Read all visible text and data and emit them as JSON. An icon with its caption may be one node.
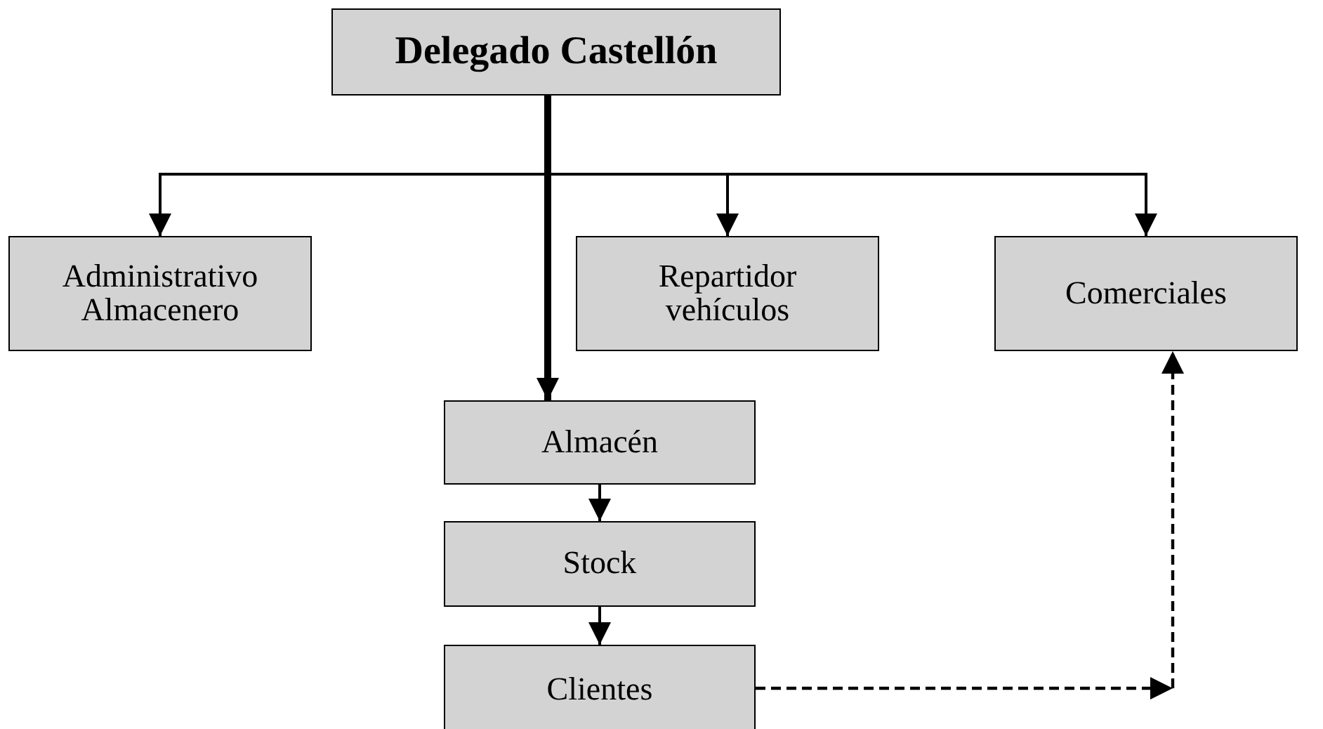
{
  "diagram": {
    "nodes": [
      {
        "text": [
          "Delegado Castellón"
        ]
      },
      {
        "text": [
          "Administrativo Almacenero"
        ]
      },
      {
        "text": [
          "Repartidor vehículos"
        ]
      },
      {
        "text": [
          "Comerciales"
        ]
      },
      {
        "text": [
          "Almacén"
        ]
      },
      {
        "text": [
          "Stock"
        ]
      },
      {
        "text": [
          "Clientes"
        ]
      }
    ],
    "edges": [
      {
        "from": 0,
        "to": 1,
        "arrow": "to"
      },
      {
        "from": 0,
        "to": 2,
        "arrow": "to"
      },
      {
        "from": 0,
        "to": 3,
        "arrow": "to"
      },
      {
        "from": 0,
        "to": 4,
        "arrow": "to",
        "style": "thick"
      },
      {
        "from": 4,
        "to": 5,
        "arrow": "to"
      },
      {
        "from": 5,
        "to": 6,
        "arrow": "to"
      },
      {
        "from": 6,
        "to": 3,
        "arrow": "to",
        "style": "dashed"
      }
    ]
  }
}
